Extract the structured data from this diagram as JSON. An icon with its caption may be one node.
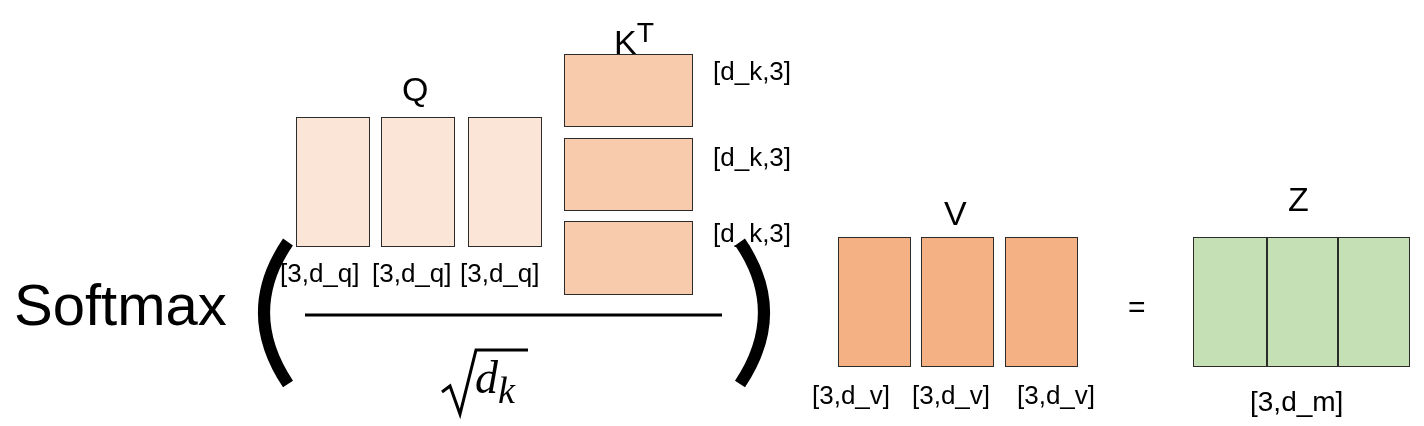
{
  "diagram": {
    "nodes": [
      {
        "text": [],
        "shape": "box",
        "beside": [
          "[3,d_q]"
        ]
      },
      {
        "text": [],
        "shape": "box",
        "beside": [
          "[3,d_q]"
        ]
      },
      {
        "text": [],
        "shape": "box",
        "beside": [
          "[3,d_q]"
        ]
      },
      {
        "text": [],
        "shape": "box",
        "beside": [
          "[d_k,3]"
        ]
      },
      {
        "text": [],
        "shape": "box",
        "beside": [
          "[d_k,3]"
        ]
      },
      {
        "text": [],
        "shape": "box",
        "beside": [
          "[d_k,3]"
        ]
      },
      {
        "text": [],
        "shape": "box",
        "beside": [
          "[3,d_v]"
        ]
      },
      {
        "text": [],
        "shape": "box",
        "beside": [
          "[3,d_v]"
        ]
      },
      {
        "text": [],
        "shape": "box",
        "beside": [
          "[3,d_v]"
        ]
      },
      {
        "text": [],
        "shape": "box"
      },
      {
        "text": [],
        "shape": "box"
      },
      {
        "text": [],
        "shape": "box"
      }
    ],
    "labels": [
      "K$^{T}$",
      "Q",
      "Softmax",
      "d$_{k}$",
      "V",
      "=",
      "Z",
      "[3,d_m]"
    ]
  }
}
